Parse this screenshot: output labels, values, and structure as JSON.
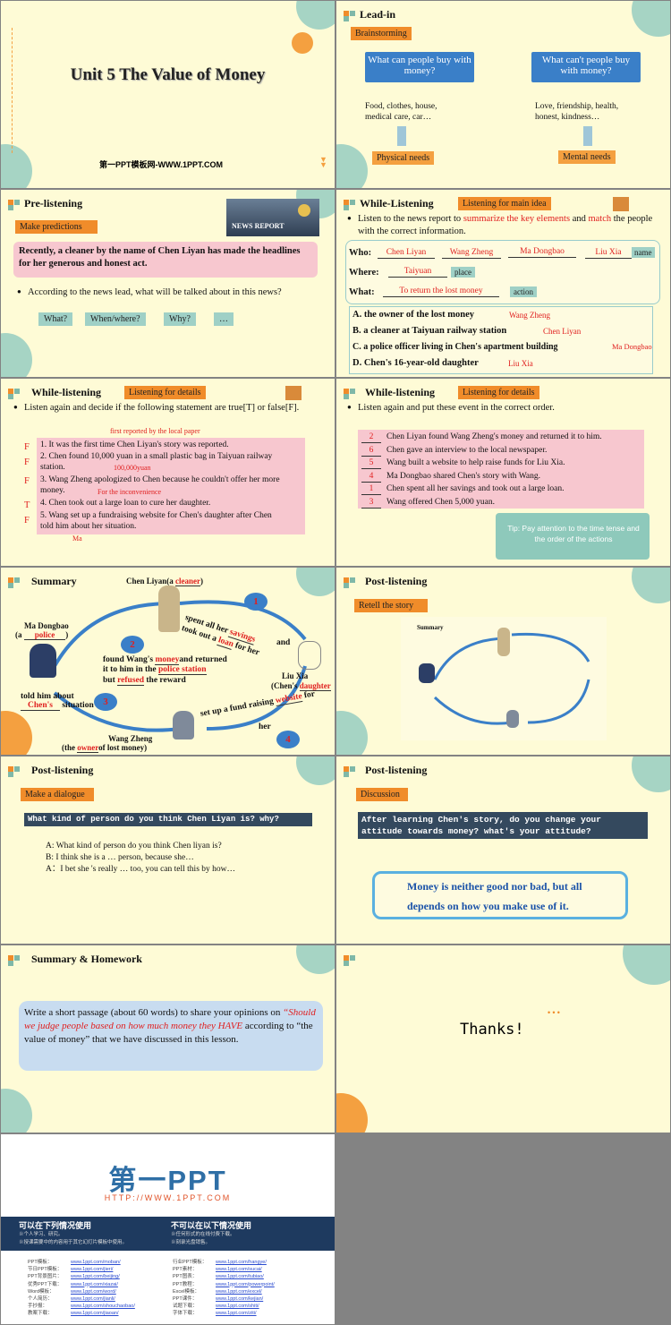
{
  "s1": {
    "title": "Unit 5  The Value of Money",
    "footer": "第一PPT模板网-WWW.1PPT.COM"
  },
  "s2": {
    "heading": "Lead-in",
    "tag": "Brainstorming",
    "q1": "What  can people buy with money?",
    "q2": "What  can't people buy with money?",
    "a1": "Food, clothes, house, medical care, car…",
    "a2": "Love, friendship, health, honest, kindness…",
    "r1": "Physical needs",
    "r2": "Mental needs"
  },
  "s3": {
    "heading": "Pre-listening",
    "tag": "Make predictions",
    "news": "NEWS REPORT",
    "lead": "Recently, a cleaner by the name of Chen Liyan has made the headlines for her generous and honest act.",
    "q": "According to the news lead, what will be talked about in this news?",
    "btns": [
      "What?",
      "When/where?",
      "Why?",
      "…"
    ]
  },
  "s4": {
    "heading": "While-Listening",
    "tag": "Listening  for main idea",
    "intro1": "Listen to the news report to ",
    "intro_red1": "summarize the key elements",
    "intro2": " and ",
    "intro_red2": "match",
    "intro3": " the people with the correct information.",
    "who_label": "Who:",
    "who": [
      "Chen Liyan",
      "Wang Zheng",
      "Ma Dongbao",
      "Liu Xia"
    ],
    "name_tag": "name",
    "where_label": "Where:",
    "where": "Taiyuan",
    "place_tag": "place",
    "what_label": "What:",
    "what": "To return the lost money",
    "action_tag": "action",
    "items": [
      {
        "k": "A.  the owner of the lost money",
        "v": "Wang  Zheng"
      },
      {
        "k": "B.  a cleaner at Taiyuan railway station",
        "v": "Chen Liyan"
      },
      {
        "k": "C.  a police officer living in Chen's apartment building",
        "v": "Ma Dongbao"
      },
      {
        "k": "D.  Chen's 16-year-old daughter",
        "v": "Liu Xia"
      }
    ]
  },
  "s5": {
    "heading": "While-listening",
    "tag": "Listening  for details",
    "intro": "Listen again and decide if the following statement are true[T] or false[F].",
    "note": "first reported by the local paper",
    "marks": [
      "F",
      "F",
      "F",
      "T",
      "F"
    ],
    "items": [
      "1. It was the first time Chen Liyan's story was reported.",
      "2. Chen found 10,000 yuan in a small plastic bag in Taiyuan railway station.",
      "3. Wang Zheng  apologized to Chen because he couldn't offer her more money.",
      "4. Chen took out a large loan to cure her daughter.",
      "5. Wang  set up a fundraising website for Chen's daughter after Chen told him  about her situation."
    ],
    "c2": "100,000yuan",
    "c3": "For the inconvenience",
    "c5": "Ma"
  },
  "s6": {
    "heading": "While-listening",
    "tag": "Listening  for details",
    "intro": "Listen again and put these event in the correct order.",
    "nums": [
      "2",
      "6",
      "5",
      "4",
      "1",
      "3"
    ],
    "items": [
      "Chen Liyan found Wang Zheng's money and returned it to him.",
      "Chen gave an interview to the local newspaper.",
      "Wang built a website to help raise funds for Liu Xia.",
      "Ma Dongbao shared Chen's story with Wang.",
      "Chen spent all her savings and took out a large loan.",
      "Wang offered Chen 5,000 yuan."
    ],
    "tip": "Tip: Pay attention to the time tense and the order of the actions"
  },
  "s7": {
    "heading": "Summary",
    "chen": "Chen Liyan(a ",
    "chen_v": "cleaner",
    "chen_end": ")",
    "ma": "Ma Dongbao",
    "ma_a": "(a ",
    "ma_v": "police",
    "ma_end": ")",
    "spent": "spent all her ",
    "spent_v": "savings",
    "tookout": "took out a ",
    "loan_v": "loan",
    "forher": " for her",
    "and": "and",
    "found1": "found Wang's ",
    "found_v": "money",
    "found2": "and returned",
    "found3": "it to him in the ",
    "station_v": "police station",
    "found4": "but ",
    "refused_v": "refused",
    "found5": " the reward",
    "liu": "Liu Xia",
    "liu2": "(Chen's ",
    "liu_v": "daughter",
    "told": "told him about",
    "told_v": "Chen's",
    "situation": " situation",
    "setup": "set up a fund raising ",
    "web_v": "website",
    "for": " for",
    "her": "her",
    "wang": "Wang Zheng",
    "wang2": "(the ",
    "owner_v": "owner",
    "wang3": "of lost money)",
    "n": [
      "1",
      "2",
      "3",
      "4"
    ]
  },
  "s8": {
    "heading": "Post-listening",
    "tag": "Retell the story",
    "mini": "Summary"
  },
  "s9": {
    "heading": "Post-listening",
    "tag": "Make a dialogue",
    "banner": "What kind of person do you think Chen Liyan is? why?",
    "lines": [
      "A: What kind of person do you think Chen liyan is?",
      "B: I think she is a … person, because she…",
      "A：I bet she 's really … too, you can tell this by how…"
    ]
  },
  "s10": {
    "heading": "Post-listening",
    "tag": "Discussion",
    "banner": "After learning Chen's story, do you change your attitude towards money? what's your attitude?",
    "scroll": "Money is neither good nor bad, but all depends on how you make use of it."
  },
  "s11": {
    "heading": "Summary & Homework",
    "p1": "Write a short passage (about 60 words) to share your opinions on ",
    "q": "“Should we judge people based on how much money they HAVE",
    "p2": " according to “the value of money” that we have discussed in this lesson."
  },
  "s12": {
    "dots": "• • •",
    "thanks": "Thanks!"
  },
  "s13": {
    "logo": "第一PPT",
    "url": "HTTP://WWW.1PPT.COM",
    "can": "可以在下列情况使用",
    "cannot": "不可以在以下情况使用",
    "can1": "※个人学习、研究。",
    "can2": "※授课需要中的内容用于其它幻灯片模板中使用。",
    "cannot1": "※任何形式的在线付费下载。",
    "cannot2": "※刻录光盘销售。",
    "links_l": [
      [
        "PPT模板：",
        "www.1ppt.com/moban/"
      ],
      [
        "节日PPT模板：",
        "www.1ppt.com/jieri/"
      ],
      [
        "PPT背景图片：",
        "www.1ppt.com/beijing/"
      ],
      [
        "优秀PPT下载：",
        "www.1ppt.com/xiazai/"
      ],
      [
        "Word模板：",
        "www.1ppt.com/word/"
      ],
      [
        "个人简历：",
        "www.1ppt.com/jianli/"
      ],
      [
        "手抄报：",
        "www.1ppt.com/shouchaobao/"
      ],
      [
        "教案下载：",
        "www.1ppt.com/jiaoan/"
      ]
    ],
    "links_r": [
      [
        "行业PPT模板：",
        "www.1ppt.com/hangye/"
      ],
      [
        "PPT素材：",
        "www.1ppt.com/sucai/"
      ],
      [
        "PPT图表：",
        "www.1ppt.com/tubiao/"
      ],
      [
        "PPT教程：",
        "www.1ppt.com/powerpoint/"
      ],
      [
        "Excel模板：",
        "www.1ppt.com/excel/"
      ],
      [
        "PPT课件：",
        "www.1ppt.com/kejian/"
      ],
      [
        "试题下载：",
        "www.1ppt.com/shiti/"
      ],
      [
        "字体下载：",
        "www.1ppt.com/ziti/"
      ]
    ]
  },
  "colors": {
    "slide": "#fefbd6",
    "orange": "#f08c2a",
    "teal": "#a6d4c4",
    "navy": "#1e3a5f",
    "blue": "#3a7fc8"
  }
}
